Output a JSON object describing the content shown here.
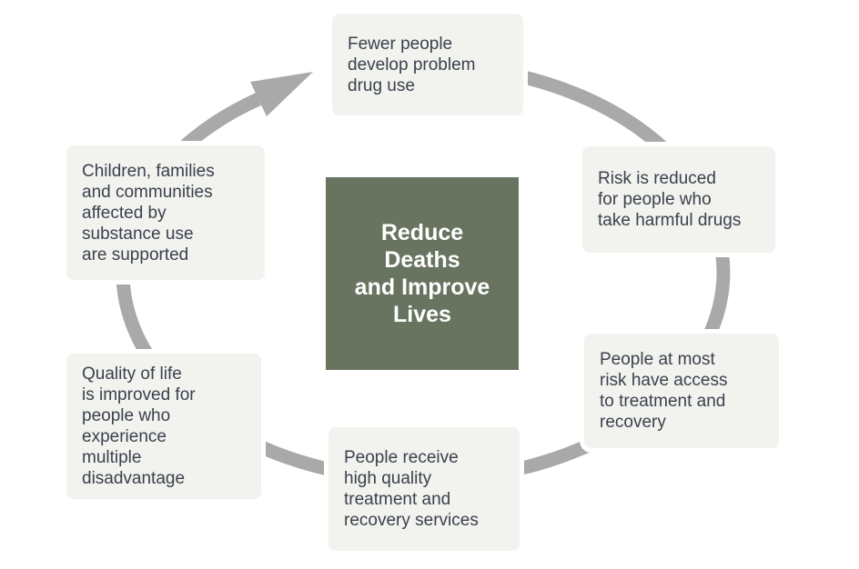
{
  "diagram": {
    "title": "Reduce Deaths and Improve Lives cycle",
    "center": {
      "label": "Reduce\nDeaths\nand Improve\nLives"
    },
    "nodes": [
      {
        "id": "top",
        "label": "Fewer people\ndevelop problem\ndrug use"
      },
      {
        "id": "top-right",
        "label": "Risk is reduced\nfor people who\ntake harmful drugs"
      },
      {
        "id": "bottom-right",
        "label": "People at most\nrisk have access\nto treatment and\nrecovery"
      },
      {
        "id": "bottom",
        "label": "People receive\nhigh quality\ntreatment and\nrecovery services"
      },
      {
        "id": "bottom-left",
        "label": "Quality of life\nis improved for\npeople who\nexperience\nmultiple\ndisadvantage"
      },
      {
        "id": "top-left",
        "label": "Children, families\nand communities\naffected by\nsubstance use\nare supported"
      }
    ],
    "arrow": {
      "direction": "clockwise",
      "arrowhead_position": "upper-left, pointing toward top box"
    },
    "colors": {
      "background": "#ffffff",
      "node_bg": "#f2f2ef",
      "node_text": "#3a424c",
      "center_bg": "#68745f",
      "center_text": "#ffffff",
      "ring": "#a9a9a9"
    }
  }
}
